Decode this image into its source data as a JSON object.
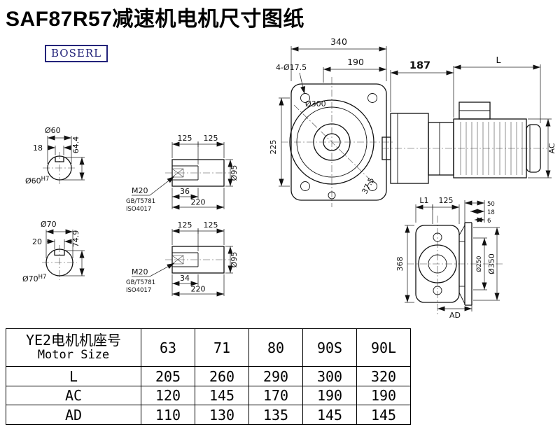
{
  "page": {
    "title": "SAF87R57减速机电机尺寸图纸",
    "logo_text": "BOSERL",
    "colors": {
      "logo": "#23237a",
      "line": "#111111",
      "background": "#ffffff"
    }
  },
  "drawing": {
    "shaft60": {
      "dia": "Ø60",
      "key_width": "18",
      "key_height": "64.4",
      "fit": "Ø60",
      "fit_sup": "H7"
    },
    "shaft70": {
      "dia": "Ø70",
      "key_width": "20",
      "key_height": "74.9",
      "fit": "Ø70",
      "fit_sup": "H7"
    },
    "shaft_side_top": {
      "dim_125_left": "125",
      "dim_125_right": "125",
      "thread": "M20",
      "std_gb": "GB/T5781",
      "std_iso": "ISO4017",
      "dim_bore": "36",
      "dim_length": "220",
      "dim_dia": "Ø95"
    },
    "shaft_side_bottom": {
      "dim_125_left": "125",
      "dim_125_right": "125",
      "thread": "M20",
      "std_gb": "GB/T5781",
      "std_iso": "ISO4017",
      "dim_bore": "34",
      "dim_length": "220",
      "dim_dia": "Ø95"
    },
    "front_view": {
      "dim_width": "340",
      "dim_190": "190",
      "bolt_holes": "4-Ø17.5",
      "dim_flange_dia": "Ø300",
      "dim_height": "225",
      "dim_angle": "37.5"
    },
    "side_view": {
      "dim_gearbox": "187",
      "dim_motor_length": "L",
      "dim_motor_height": "AC"
    },
    "rear_view": {
      "dim_L1": "L1",
      "dim_125": "125",
      "dim_50": "50",
      "dim_18": "18",
      "dim_6": "6",
      "dim_368": "368",
      "dim_spigot": "Ø250",
      "dim_flange": "Ø350",
      "dim_AD": "AD"
    }
  },
  "table": {
    "header_cn": "YE2电机机座号",
    "header_en": "Motor Size",
    "sizes": [
      "63",
      "71",
      "80",
      "90S",
      "90L"
    ],
    "rows": [
      {
        "label": "L",
        "values": [
          "205",
          "260",
          "290",
          "300",
          "320"
        ]
      },
      {
        "label": "AC",
        "values": [
          "120",
          "145",
          "170",
          "190",
          "190"
        ]
      },
      {
        "label": "AD",
        "values": [
          "110",
          "130",
          "135",
          "145",
          "145"
        ]
      }
    ]
  }
}
